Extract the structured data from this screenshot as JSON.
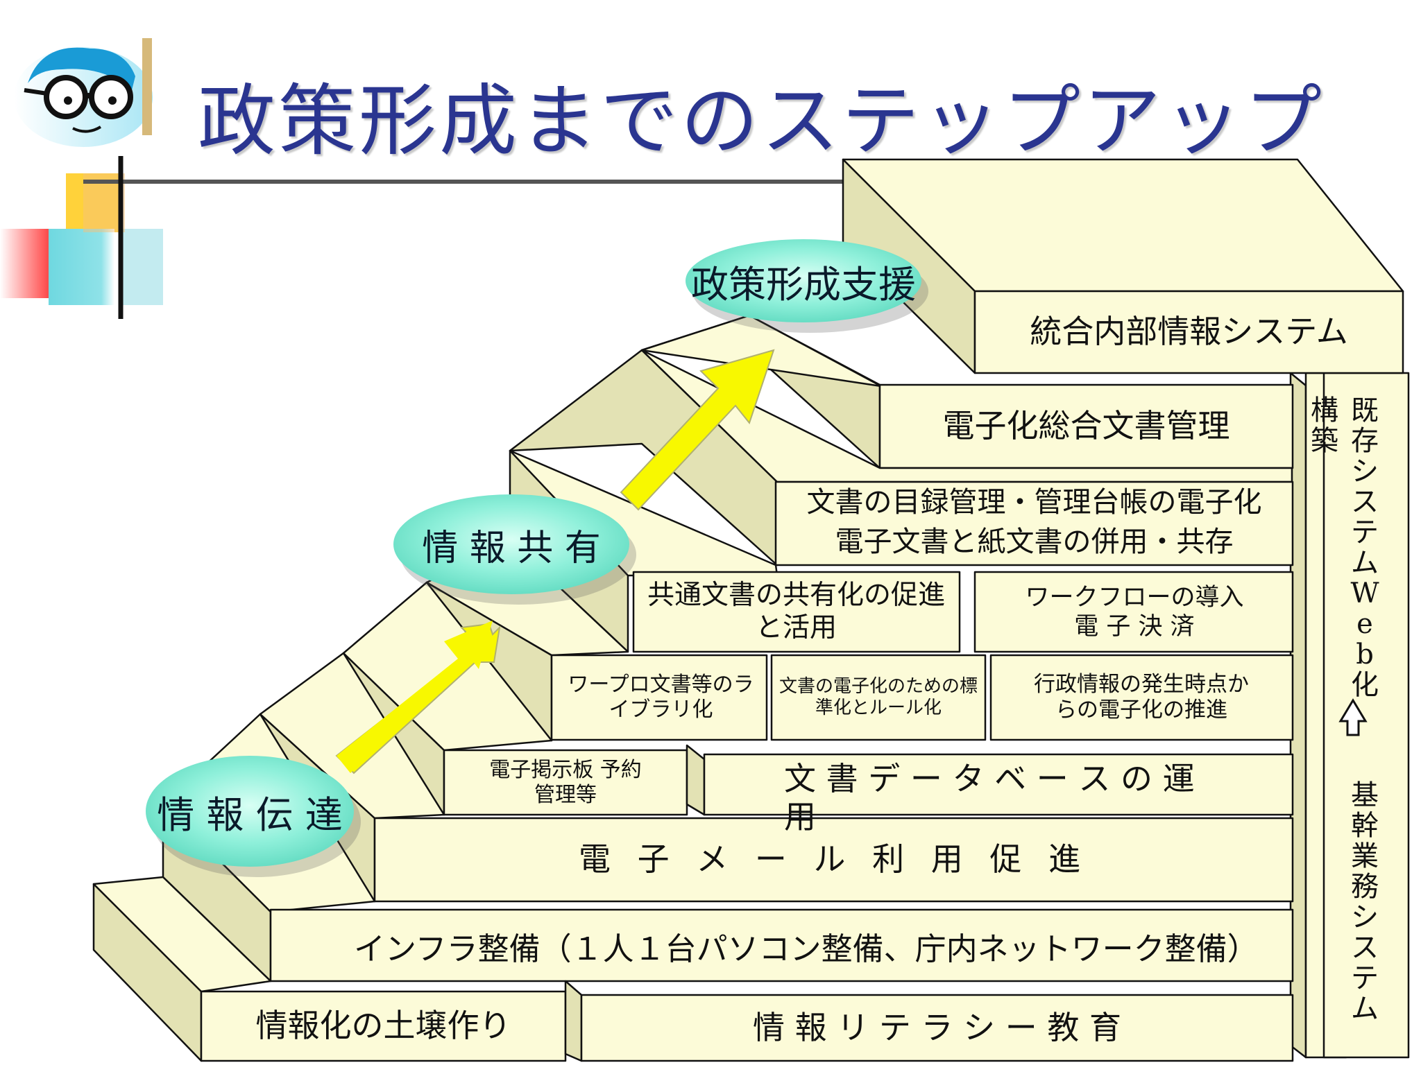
{
  "title": "政策形成までのステップアップ",
  "ellipses": {
    "policy": "政策形成支援",
    "share": "情 報 共 有",
    "transmit": "情 報 伝 達"
  },
  "boxes": {
    "integrated_system": "統合内部情報システム",
    "electronic_docs": "電子化総合文書管理",
    "catalog_line1": "文書の目録管理・管理台帳の電子化",
    "catalog_line2": "電子文書と紙文書の併用・共存",
    "shared_docs": "共通文書の共有化の促進と活用",
    "workflow": "ワークフローの導入 電 子 決 済",
    "wordpro_library": "ワープロ文書等のライブラリ化",
    "standardization": "文書の電子化のための標準化とルール化",
    "admin_info": "行政情報の発生時点からの電子化の推進",
    "bulletin": "電子掲示板 予約管理等",
    "doc_database": "文 書 デ ー タ ベ ー ス の 運 用",
    "email": "電 子 メ ー ル 利 用 促 進",
    "infra": "インフラ整備（１人１台パソコン整備、庁内ネットワーク整備）",
    "foundation": "情報化の土壌作り",
    "literacy": "情 報 リ テ ラ シ ー 教 育"
  },
  "vertical": {
    "existing_web": "既存システムWeb化",
    "build": "構築",
    "core_system": "基幹業務システム"
  },
  "colors": {
    "title": "#2a3590",
    "box_fill": "#fcfbd8",
    "box_side": "#e3e2b4",
    "ellipse": "#66e6cc",
    "arrow": "#f8f800"
  }
}
